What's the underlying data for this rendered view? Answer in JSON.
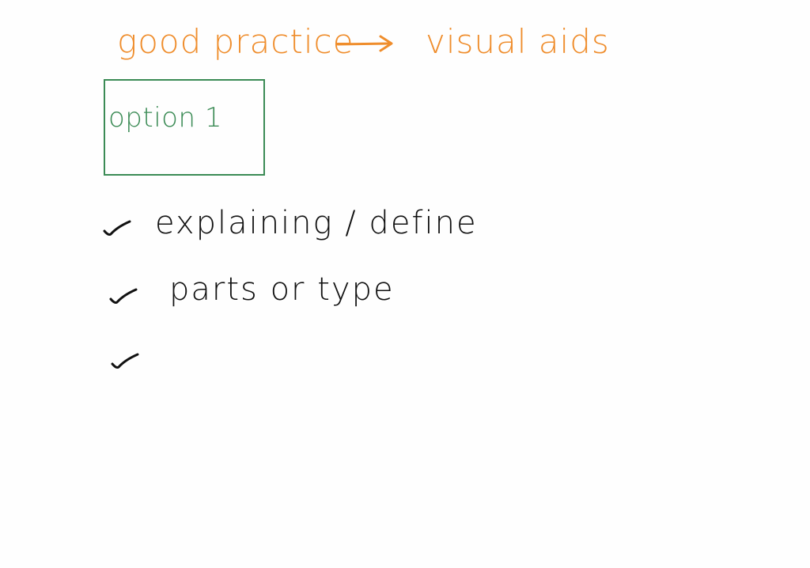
{
  "title": {
    "left": "good practice",
    "right": "visual aids"
  },
  "option_box": {
    "label": "option 1"
  },
  "bullets": [
    {
      "text": "explaining / define"
    },
    {
      "text": "parts or type"
    },
    {
      "text": ""
    }
  ],
  "colors": {
    "title": "#ef8d2c",
    "option": "#3b8b55",
    "ink": "#111111",
    "background": "#fefefe"
  },
  "icons": {
    "title_arrow": "right-arrow-icon",
    "bullet_mark": "checkmark-icon"
  }
}
